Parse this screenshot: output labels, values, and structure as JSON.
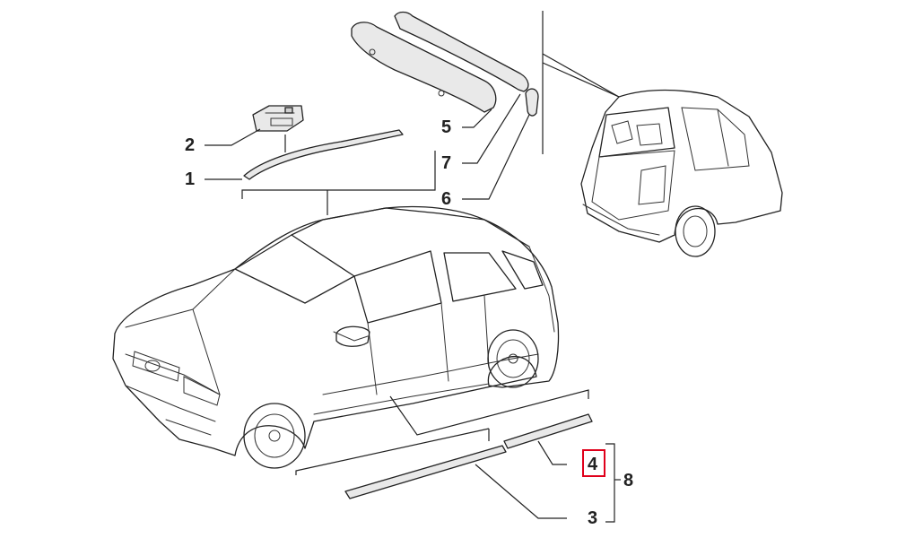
{
  "callouts": {
    "c1": "1",
    "c2": "2",
    "c3": "3",
    "c4": "4",
    "c5": "5",
    "c6": "6",
    "c7": "7",
    "c8": "8"
  },
  "highlighted_callout": "4",
  "colors": {
    "line": "#222222",
    "highlight": "#e0001b",
    "background": "#ffffff"
  }
}
